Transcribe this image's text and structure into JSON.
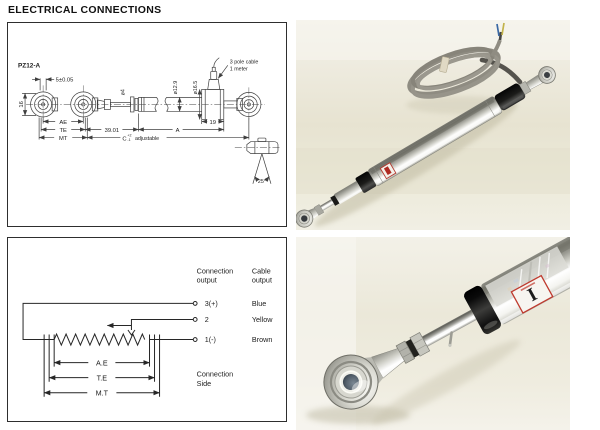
{
  "page": {
    "title": "ELECTRICAL CONNECTIONS"
  },
  "drawing": {
    "model": "PZ12-A",
    "dims": {
      "bore_tol": "5±0.05",
      "head_height": "16",
      "rod_dia": "ø4",
      "body_dia": "ø12.9",
      "clamp_dia": "ø16.5",
      "ae": "AE",
      "te": "TE",
      "mt": "MT",
      "fixed": "39.01",
      "stroke": "A",
      "clamp_len": "19",
      "adj_c": "C",
      "adj_plus": "+2",
      "adj_minus": "-1",
      "adj_word": "adjustable",
      "swivel_angle": "25°"
    },
    "notes": {
      "cable_line1": "3 pole cable",
      "cable_line2": "1 meter"
    }
  },
  "wiring": {
    "connection_header": {
      "line1": "Connection",
      "line2": "output"
    },
    "cable_header": {
      "line1": "Cable",
      "line2": "output"
    },
    "rows": [
      {
        "terminal": "3(+)",
        "cable": "Blue"
      },
      {
        "terminal": "2",
        "cable": "Yellow"
      },
      {
        "terminal": "1(-)",
        "cable": "Brown"
      }
    ],
    "side_note": {
      "line1": "Connection",
      "line2": "Side"
    },
    "dims": {
      "ae": "A.E",
      "te": "T.E",
      "mt": "M.T"
    }
  },
  "photos": {
    "brand_logo": "I"
  },
  "colors": {
    "brand_red": "#b2271d",
    "wire_blue": "#3a68a4",
    "wire_yellow": "#c2b24a",
    "photo_bg": "#ebe8d8",
    "line": "#3f3f3f"
  }
}
